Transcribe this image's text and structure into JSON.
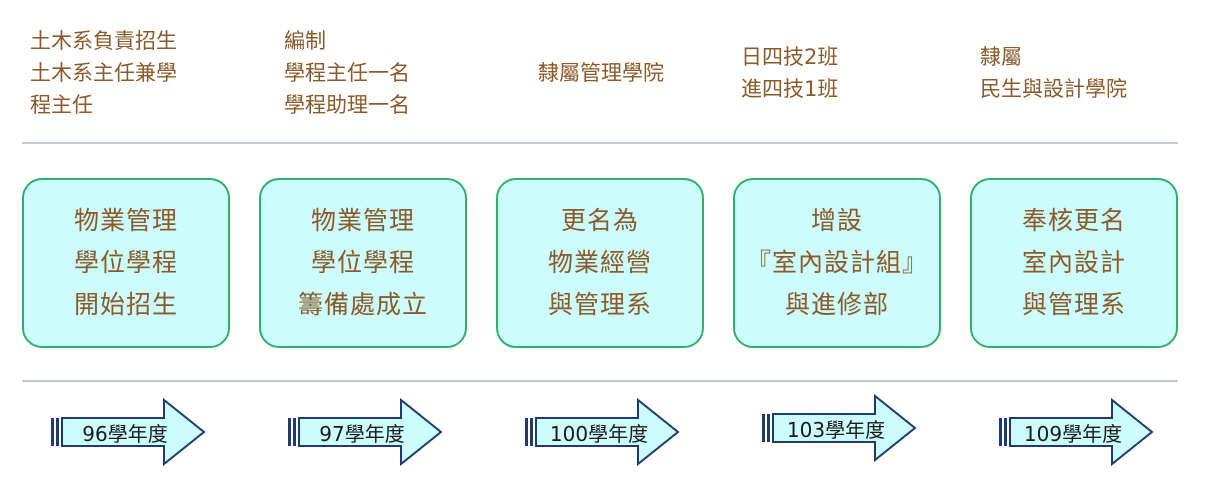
{
  "milestones": [
    {
      "note": [
        "土木系負責招生",
        "土木系主任兼學",
        "程主任"
      ],
      "box": [
        "物業管理",
        "學位學程",
        "開始招生"
      ],
      "year": "96學年度"
    },
    {
      "note": [
        "編制",
        "學程主任一名",
        "學程助理一名"
      ],
      "box": [
        "物業管理",
        "學位學程",
        "籌備處成立"
      ],
      "year": "97學年度"
    },
    {
      "note": [
        "隸屬管理學院"
      ],
      "box": [
        "更名為",
        "物業經營",
        "與管理系"
      ],
      "year": "100學年度"
    },
    {
      "note": [
        "日四技2班",
        "進四技1班"
      ],
      "box": [
        "增設",
        "『室內設計組』",
        "與進修部"
      ],
      "year": "103學年度"
    },
    {
      "note": [
        "隸屬",
        "民生與設計學院"
      ],
      "box": [
        "奉核更名",
        "室內設計",
        "與管理系"
      ],
      "year": "109學年度"
    }
  ],
  "colors": {
    "text": "#8a5a2b",
    "box_fill": "#cdfcfc",
    "box_border": "#2fb06a",
    "divider": "#c5cbd6",
    "arrow_fill": "#cdfcfc",
    "arrow_stroke": "#1f3b6e"
  }
}
